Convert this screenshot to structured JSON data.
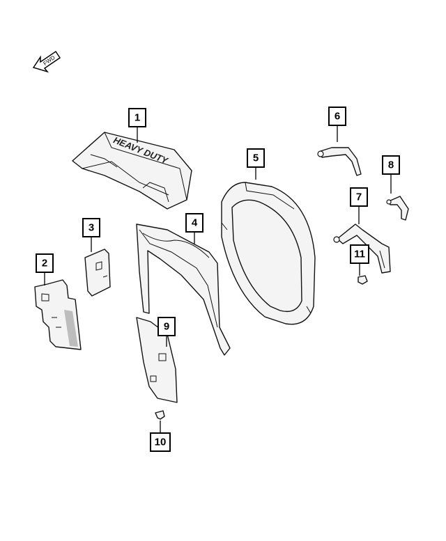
{
  "orientation": {
    "label": "FWD",
    "icon": "arrow-up-left-icon"
  },
  "decal_text": "HEAVY DUTY",
  "callouts": [
    "1",
    "2",
    "3",
    "4",
    "5",
    "6",
    "7",
    "8",
    "9",
    "10",
    "11"
  ]
}
